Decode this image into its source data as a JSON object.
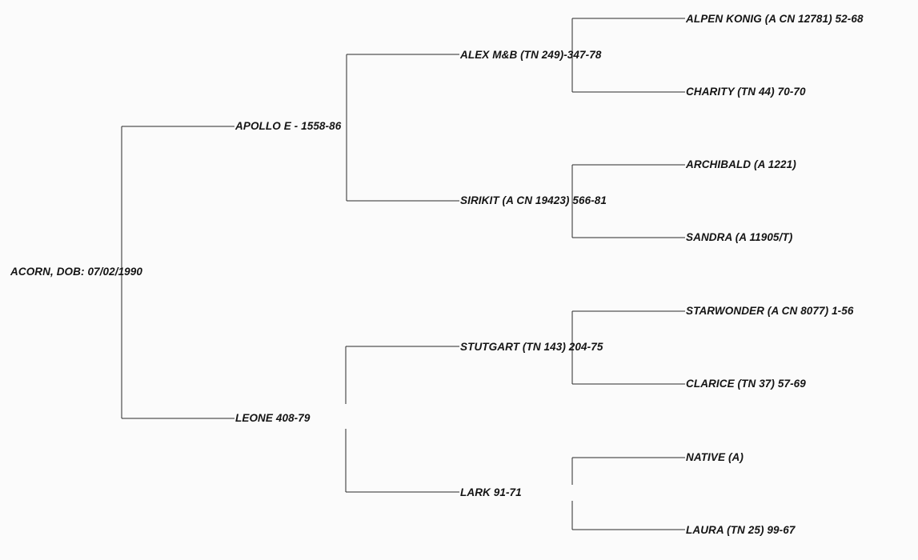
{
  "pedigree": {
    "subject": "ACORN, DOB: 07/02/1990",
    "sire": {
      "name": "APOLLO E - 1558-86",
      "sire": {
        "name": "ALEX M&B (TN 249)-347-78",
        "sire": "ALPEN KONIG (A CN 12781) 52-68",
        "dam": "CHARITY (TN 44) 70-70"
      },
      "dam": {
        "name": "SIRIKIT (A CN 19423) 566-81",
        "sire": "ARCHIBALD (A 1221)",
        "dam": "SANDRA (A 11905/T)"
      }
    },
    "dam": {
      "name": "LEONE 408-79",
      "sire": {
        "name": "STUTGART (TN 143) 204-75",
        "sire": "STARWONDER (A CN 8077) 1-56",
        "dam": "CLARICE (TN 37) 57-69"
      },
      "dam": {
        "name": "LARK 91-71",
        "sire": "NATIVE (A)",
        "dam": "LAURA (TN 25) 99-67"
      }
    }
  },
  "colors": {
    "line": "#2a2a2a",
    "text": "#141414",
    "background": "#fbfbfb"
  }
}
